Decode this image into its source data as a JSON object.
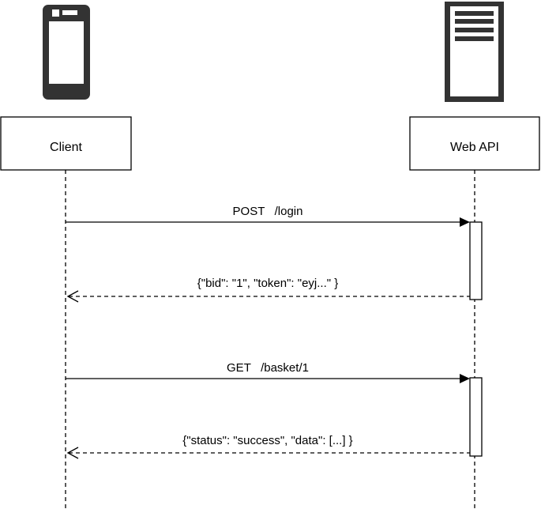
{
  "participants": {
    "client": {
      "label": "Client",
      "icon": "mobile-phone-icon"
    },
    "server": {
      "label": "Web API",
      "icon": "server-icon"
    }
  },
  "messages": [
    {
      "label": "POST   /login",
      "from": "client",
      "to": "server",
      "style": "solid"
    },
    {
      "label": "{\"bid\": \"1\", \"token\": \"eyj...\" }",
      "from": "server",
      "to": "client",
      "style": "dashed"
    },
    {
      "label": "GET   /basket/1",
      "from": "client",
      "to": "server",
      "style": "solid"
    },
    {
      "label": "{\"status\": \"success\", \"data\": [...] }",
      "from": "server",
      "to": "client",
      "style": "dashed"
    }
  ],
  "colors": {
    "stroke": "#000000",
    "icon": "#333333",
    "background": "#ffffff"
  }
}
